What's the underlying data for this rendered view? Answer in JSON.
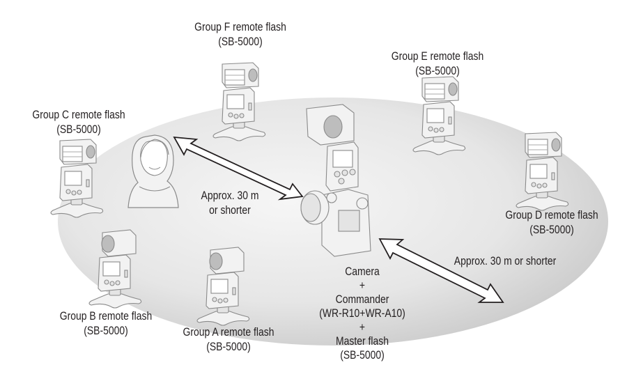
{
  "diagram": {
    "title": "Wireless multi-flash setup",
    "groups": [
      {
        "id": "F",
        "name": "Group F remote flash",
        "model": "(SB-5000)"
      },
      {
        "id": "E",
        "name": "Group E remote flash",
        "model": "(SB-5000)"
      },
      {
        "id": "C",
        "name": "Group C remote flash",
        "model": "(SB-5000)"
      },
      {
        "id": "D",
        "name": "Group D remote flash",
        "model": "(SB-5000)"
      },
      {
        "id": "B",
        "name": "Group B remote flash",
        "model": "(SB-5000)"
      },
      {
        "id": "A",
        "name": "Group A remote flash",
        "model": "(SB-5000)"
      }
    ],
    "center": {
      "line1": "Camera",
      "plus1": "+",
      "line2": "Commander",
      "line3": "(WR-R10+WR-A10)",
      "plus2": "+",
      "line4": "Master flash",
      "line5": "(SB-5000)"
    },
    "distance_subject": {
      "line1": "Approx. 30 m",
      "line2": "or shorter"
    },
    "distance_remote": {
      "line1": "Approx. 30 m or shorter"
    },
    "colors": {
      "ellipse_light": "#f4f4f4",
      "ellipse_dark": "#cfcfcf",
      "text": "#231f20",
      "line_art": "#8a8a8a"
    }
  }
}
